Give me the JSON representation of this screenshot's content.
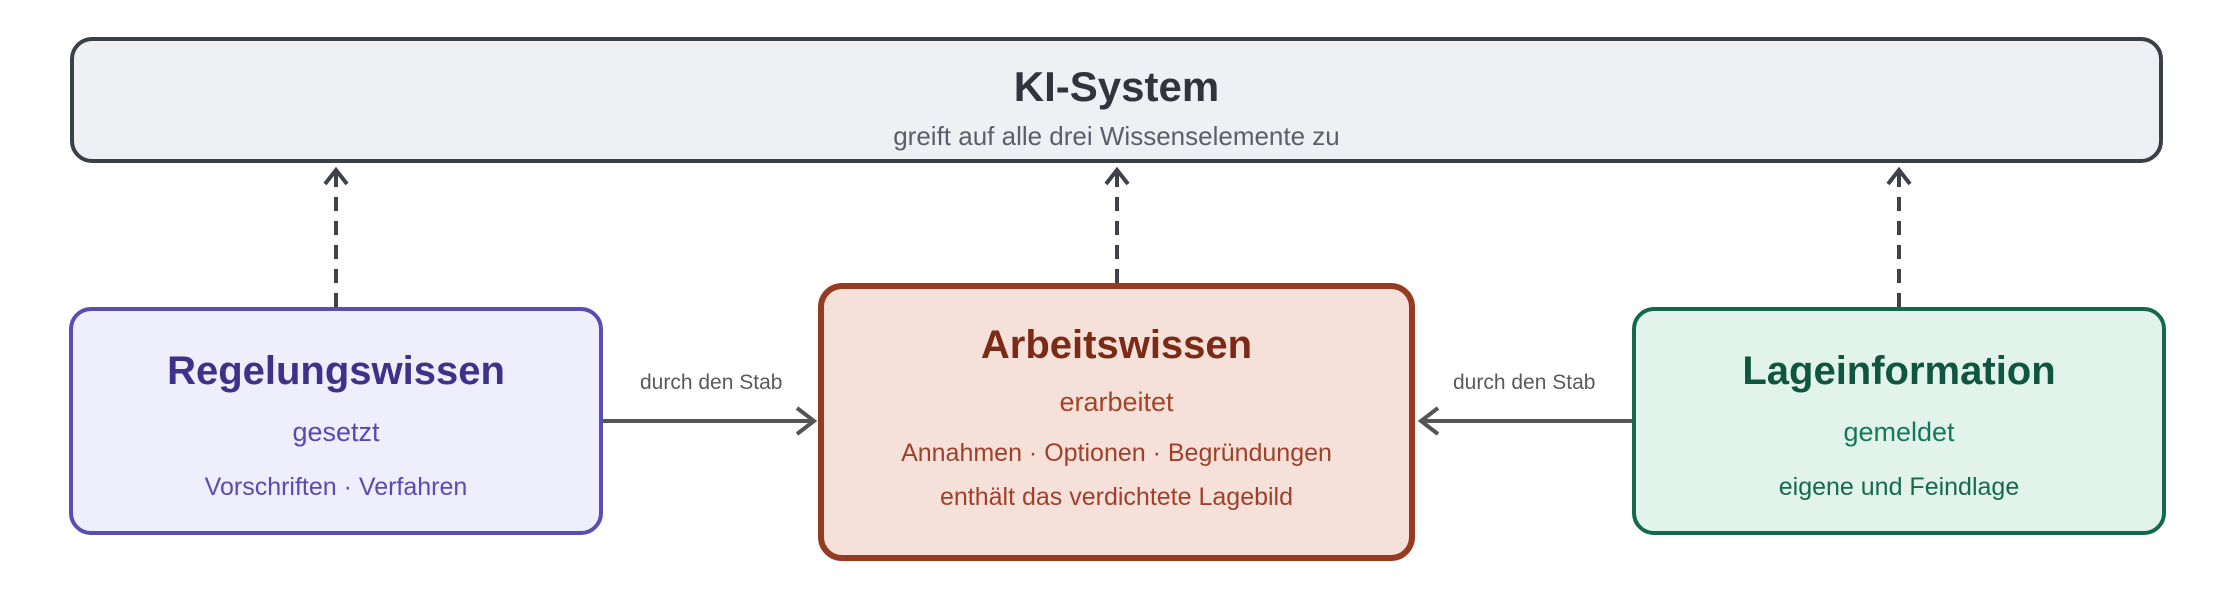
{
  "top": {
    "title": "KI-System",
    "subtitle": "greift auf alle drei Wissenselemente zu"
  },
  "nodes": {
    "regelung": {
      "title": "Regelungswissen",
      "status": "gesetzt",
      "detail": "Vorschriften · Verfahren"
    },
    "arbeit": {
      "title": "Arbeitswissen",
      "status": "erarbeitet",
      "detail1": "Annahmen · Optionen · Begründungen",
      "detail2": "enthält das verdichtete Lagebild"
    },
    "lage": {
      "title": "Lageinformation",
      "status": "gemeldet",
      "detail": "eigene und Feindlage"
    }
  },
  "edges": {
    "left_label": "durch den Stab",
    "right_label": "durch den Stab"
  },
  "colors": {
    "top_border": "#3b4048",
    "regelung": "#5a4cb3",
    "arbeit": "#963a22",
    "lage": "#13694f",
    "arrow": "#555555"
  }
}
